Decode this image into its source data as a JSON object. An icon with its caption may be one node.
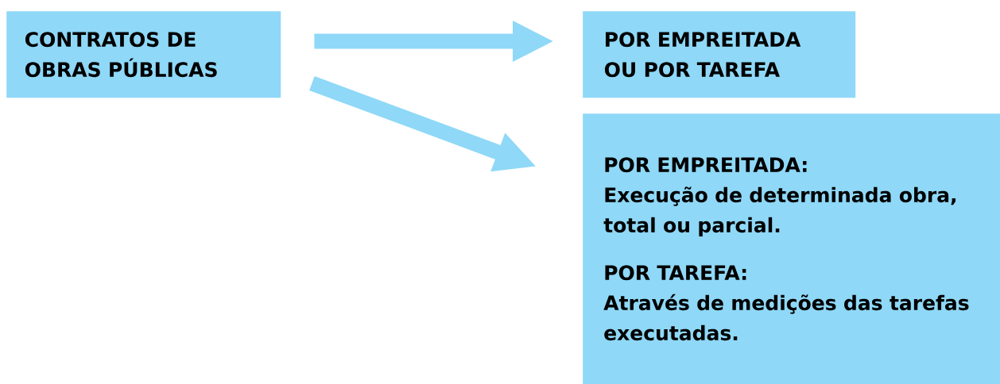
{
  "diagram": {
    "nodes": [
      {
        "text": [
          "CONTRATOS DE OBRAS PÚBLICAS"
        ]
      },
      {
        "text": [
          "POR EMPREITADA OU POR TAREFA"
        ]
      },
      {
        "text": [
          "POR EMPREITADA:",
          "Execução de determinada obra, total ou parcial.",
          "POR TAREFA:",
          "Através de medições das tarefas executadas."
        ]
      }
    ],
    "edges": [
      {
        "from": 0,
        "to": 1,
        "arrow": "to"
      },
      {
        "from": 0,
        "to": 2,
        "arrow": "to"
      }
    ]
  }
}
